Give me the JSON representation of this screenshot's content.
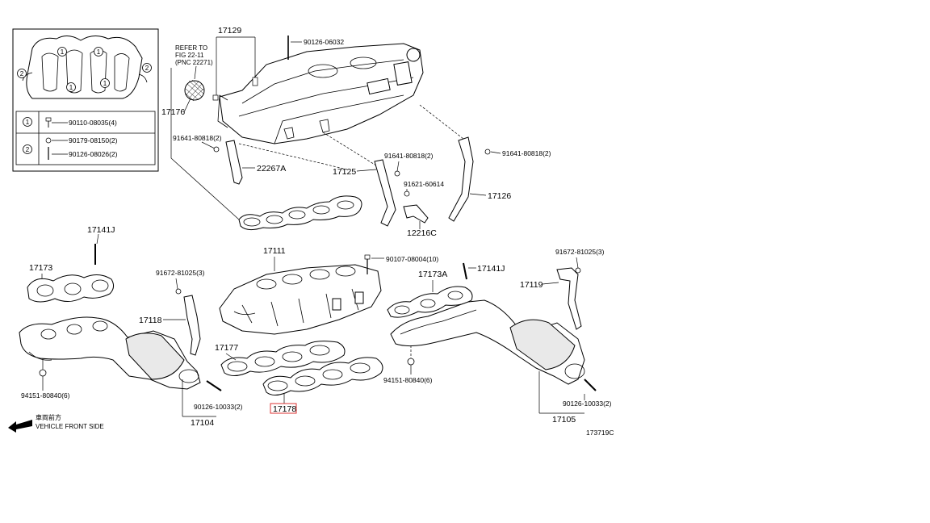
{
  "inset": {
    "legend": [
      {
        "num": "1",
        "code": "90110-08035(4)"
      },
      {
        "num": "2",
        "code": "90179-08150(2)"
      },
      {
        "num": "",
        "code": "90126-08026(2)"
      }
    ],
    "callouts": [
      "1",
      "1",
      "1",
      "1",
      "2",
      "2"
    ]
  },
  "refer": {
    "line1": "REFER TO",
    "line2": "FIG 22-11",
    "line3": "(PNC 22271)"
  },
  "labels": {
    "p17129": "17129",
    "p90126_06032": "90126-06032",
    "p17176": "17176",
    "p91641_left": "91641-80818(2)",
    "p22267A": "22267A",
    "p91641_mid": "91641-80818(2)",
    "p17125": "17125",
    "p91621": "91621-60614",
    "p12216C": "12216C",
    "p91641_right": "91641-80818(2)",
    "p17126": "17126",
    "p17141J_left": "17141J",
    "p17173": "17173",
    "p91672_left": "91672-81025(3)",
    "p17111": "17111",
    "p90107": "90107-08004(10)",
    "p17141J_right": "17141J",
    "p91672_right": "91672-81025(3)",
    "p17173A": "17173A",
    "p17119": "17119",
    "p17118": "17118",
    "p17177": "17177",
    "p94151_left": "94151-80840(6)",
    "p90126_left": "90126-10033(2)",
    "p17104": "17104",
    "p17178": "17178",
    "p94151_right": "94151-80840(6)",
    "p90126_right": "90126-10033(2)",
    "p17105": "17105"
  },
  "direction": {
    "jp": "車両前方",
    "en": "VEHICLE FRONT SIDE"
  },
  "figure_id": "173719C",
  "highlight_part": "17178"
}
